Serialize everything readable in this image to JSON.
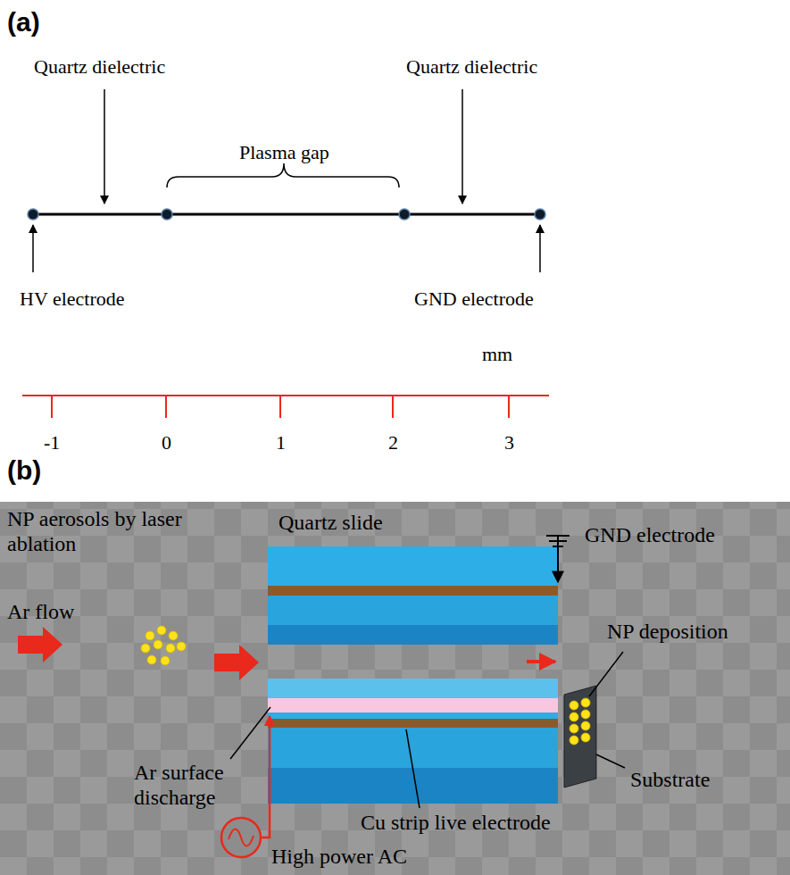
{
  "diagram": {
    "labels": [
      "(a)",
      "Quartz dielectric",
      "Quartz dielectric",
      "Plasma gap",
      "HV electrode",
      "GND electrode",
      "mm",
      "-1",
      "0",
      "1",
      "2",
      "3",
      "(b)",
      "NP aerosols by laser ablation",
      "Quartz slide",
      "GND electrode",
      "Ar flow",
      "NP deposition",
      "Substrate",
      "Ar surface discharge",
      "Cu strip live electrode",
      "High power AC"
    ]
  }
}
